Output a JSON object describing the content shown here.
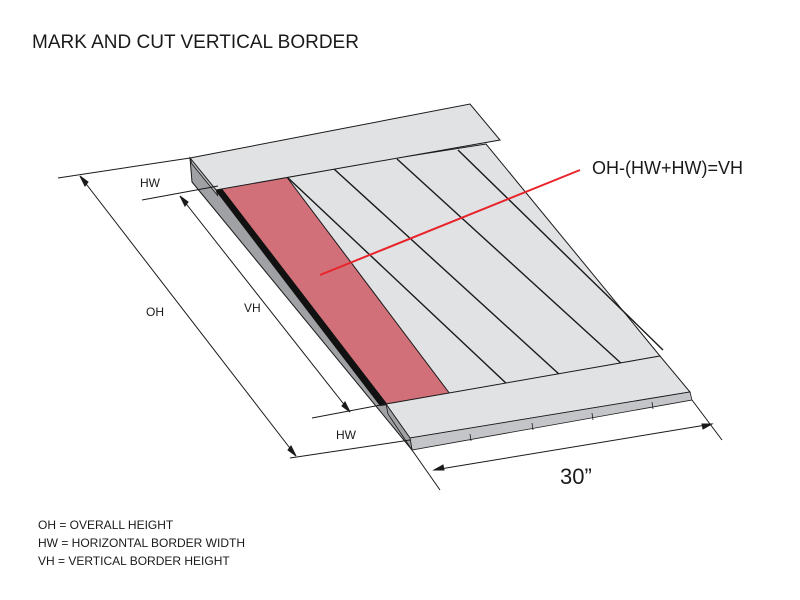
{
  "title": "MARK AND CUT VERTICAL BORDER",
  "formula": "OH-(HW+HW)=VH",
  "labels": {
    "hw_top": "HW",
    "hw_bottom": "HW",
    "oh": "OH",
    "vh": "VH",
    "width": "30”"
  },
  "legend": [
    "OH = OVERALL HEIGHT",
    "HW = HORIZONTAL BORDER WIDTH",
    "VH = VERTICAL BORDER HEIGHT"
  ],
  "colors": {
    "board": "#e1e2e4",
    "board_edge": "#b9babd",
    "highlight": "#d27079",
    "callout": "#e8242b",
    "outline": "#1a1a1a"
  }
}
